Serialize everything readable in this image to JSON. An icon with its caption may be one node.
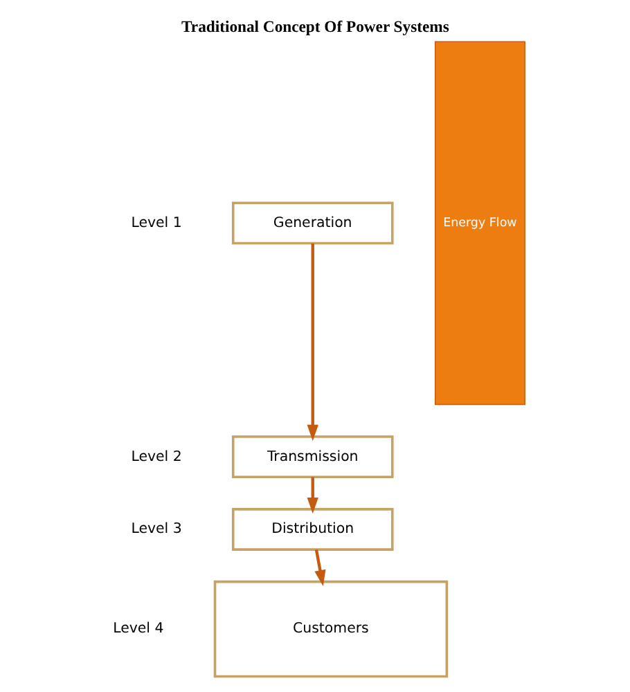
{
  "diagram": {
    "title": "Traditional Concept Of Power Systems",
    "nodes": [
      {
        "text": [
          "Generation"
        ]
      },
      {
        "text": [
          "Transmission"
        ]
      },
      {
        "text": [
          "Distribution"
        ]
      },
      {
        "text": [
          "Customers"
        ]
      },
      {
        "text": [
          "Energy Flow"
        ]
      }
    ],
    "edges": [
      {
        "from": 0,
        "to": 1,
        "arrow": "to"
      },
      {
        "from": 1,
        "to": 2,
        "arrow": "to"
      },
      {
        "from": 2,
        "to": 3,
        "arrow": "to"
      }
    ],
    "labels": [
      "Level 1",
      "Level 2",
      "Level 3",
      "Level 4"
    ]
  }
}
